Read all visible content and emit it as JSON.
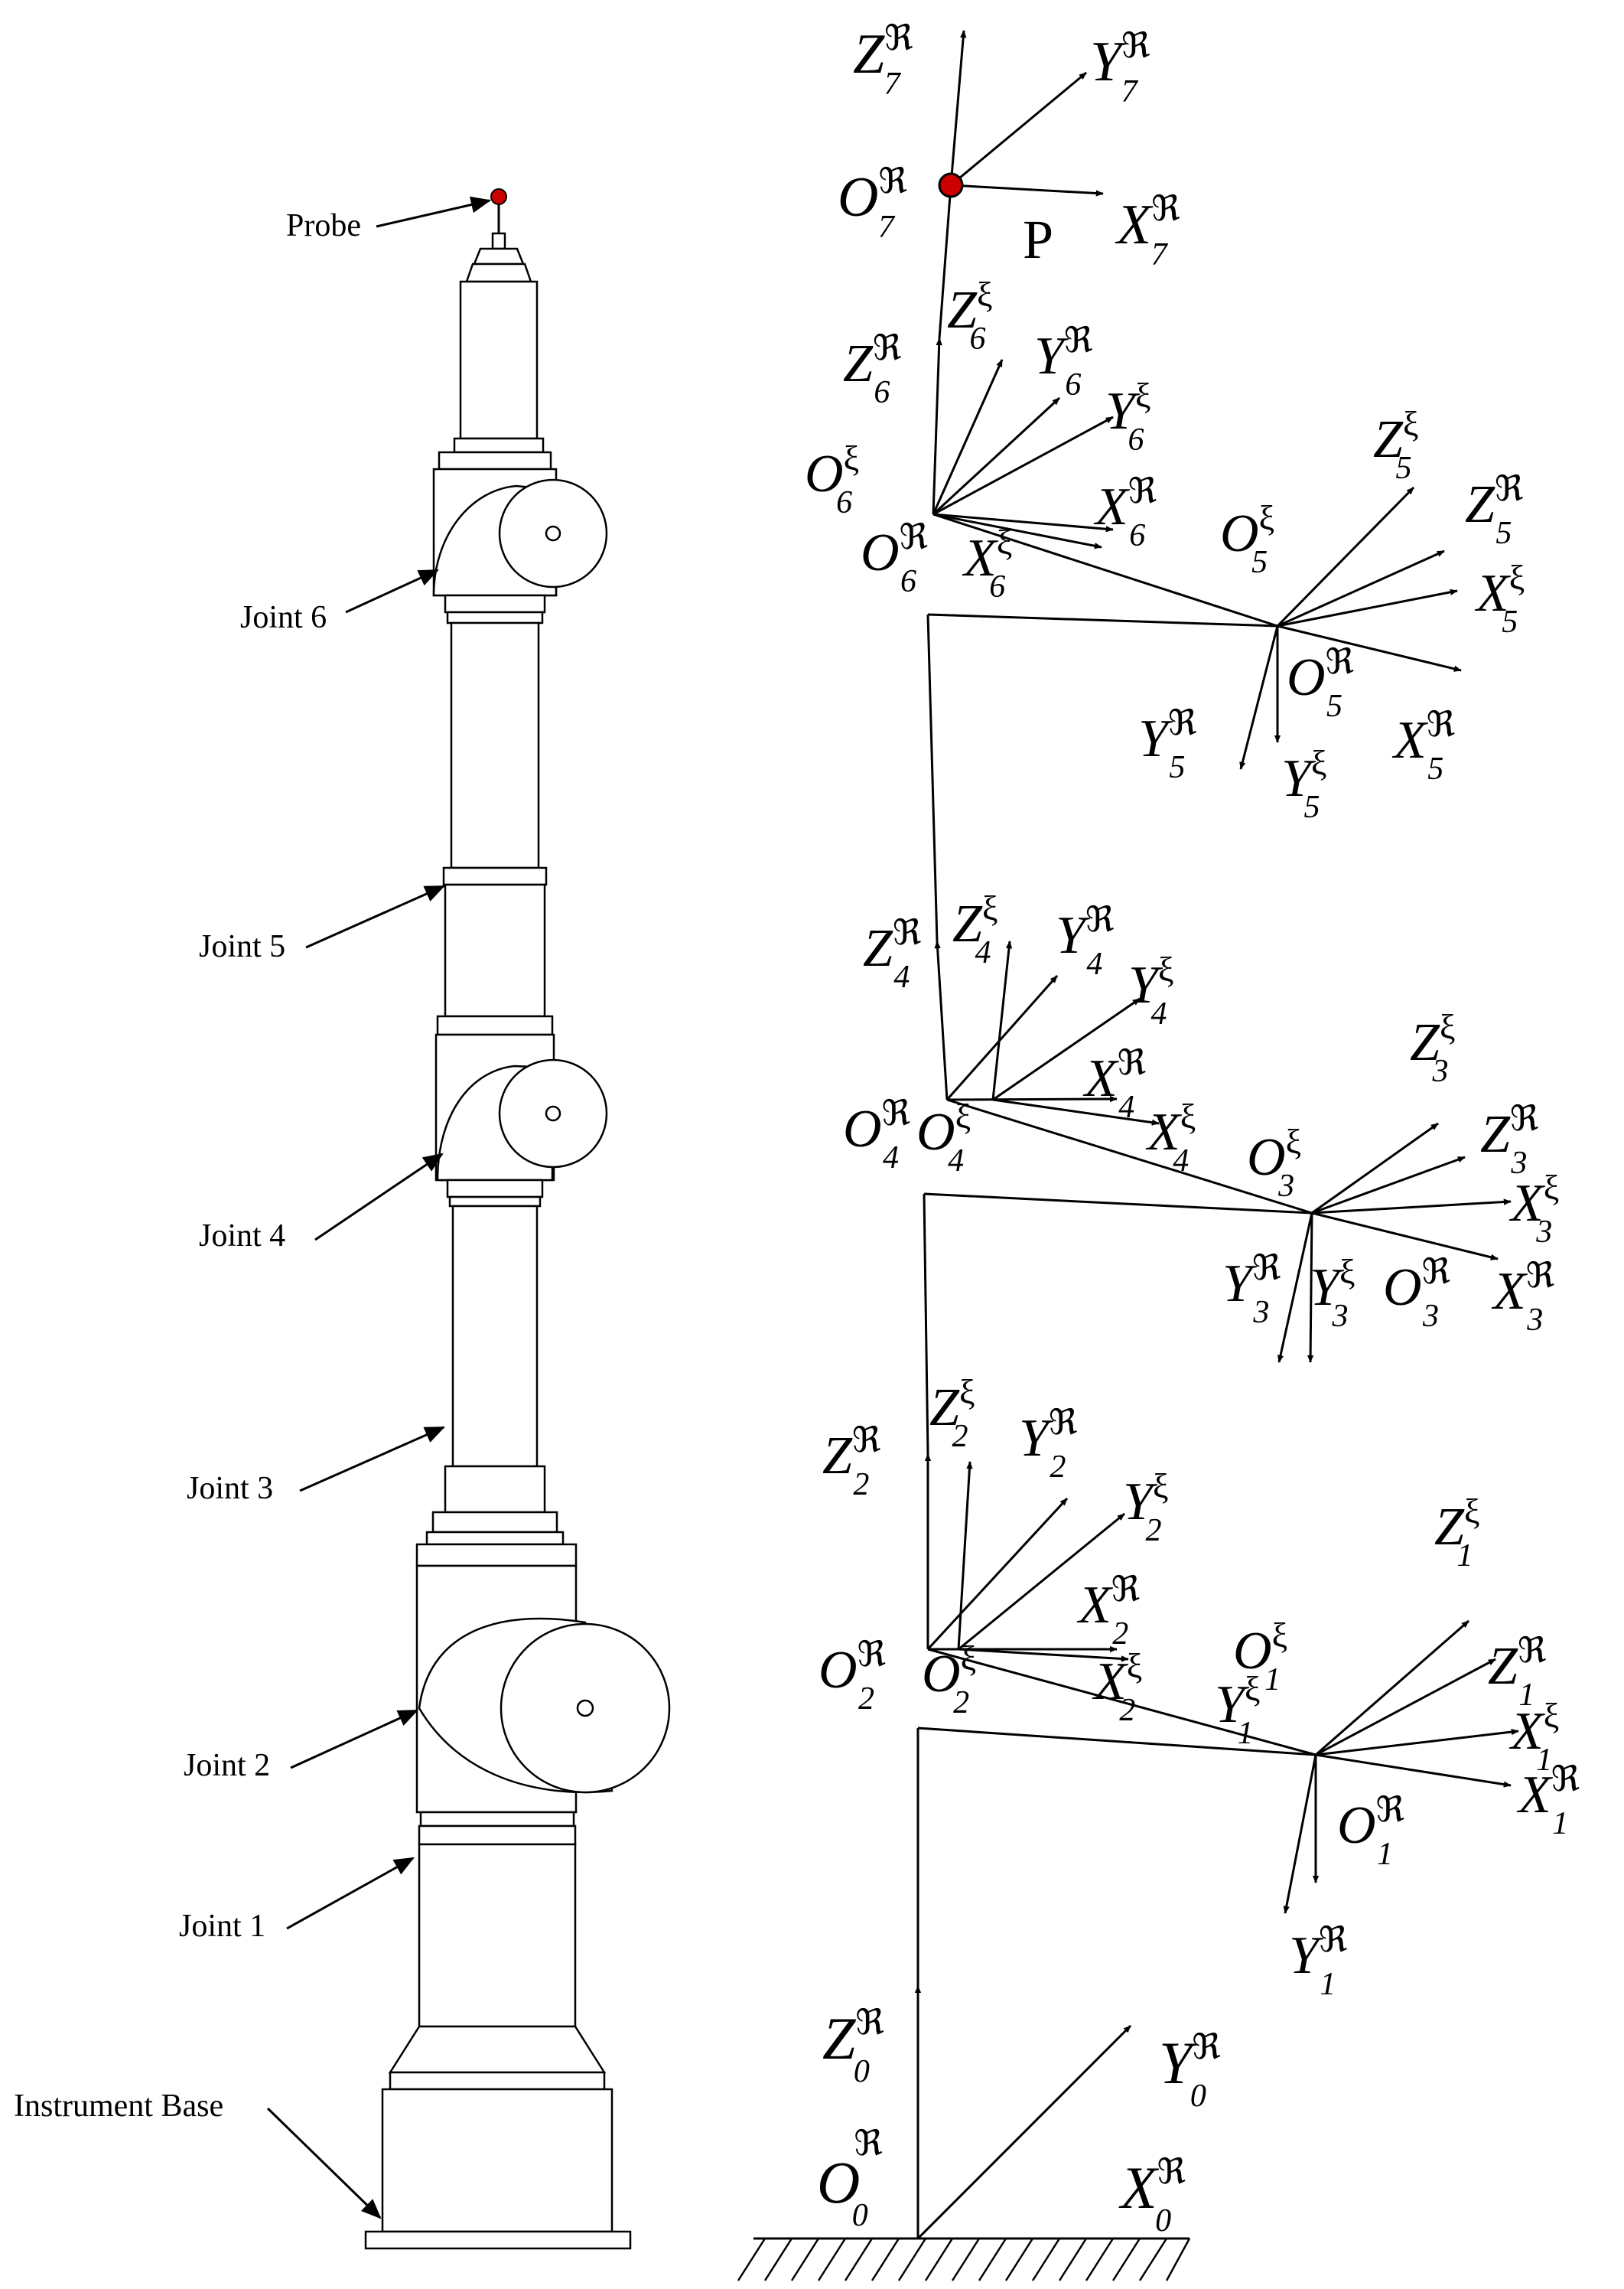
{
  "symbols": {
    "frak": "ℜ",
    "xi": "ξ"
  },
  "instrument_labels": {
    "probe": "Probe",
    "joint6": "Joint 6",
    "joint5": "Joint 5",
    "joint4": "Joint 4",
    "joint3": "Joint 3",
    "joint2": "Joint 2",
    "joint1": "Joint 1",
    "base": "Instrument Base"
  },
  "point_label": "P",
  "frames": {
    "f0": {
      "O": "O",
      "X": "X",
      "Y": "Y",
      "Z": "Z",
      "idx": "0"
    },
    "f1": {
      "O": "O",
      "X": "X",
      "Y": "Y",
      "Z": "Z",
      "idx": "1"
    },
    "f2": {
      "O": "O",
      "X": "X",
      "Y": "Y",
      "Z": "Z",
      "idx": "2"
    },
    "f3": {
      "O": "O",
      "X": "X",
      "Y": "Y",
      "Z": "Z",
      "idx": "3"
    },
    "f4": {
      "O": "O",
      "X": "X",
      "Y": "Y",
      "Z": "Z",
      "idx": "4"
    },
    "f5": {
      "O": "O",
      "X": "X",
      "Y": "Y",
      "Z": "Z",
      "idx": "5"
    },
    "f6": {
      "O": "O",
      "X": "X",
      "Y": "Y",
      "Z": "Z",
      "idx": "6"
    },
    "f7": {
      "O": "O",
      "X": "X",
      "Y": "Y",
      "Z": "Z",
      "idx": "7"
    }
  },
  "colors": {
    "probe_tip": "#cc0000",
    "line": "#000000"
  }
}
